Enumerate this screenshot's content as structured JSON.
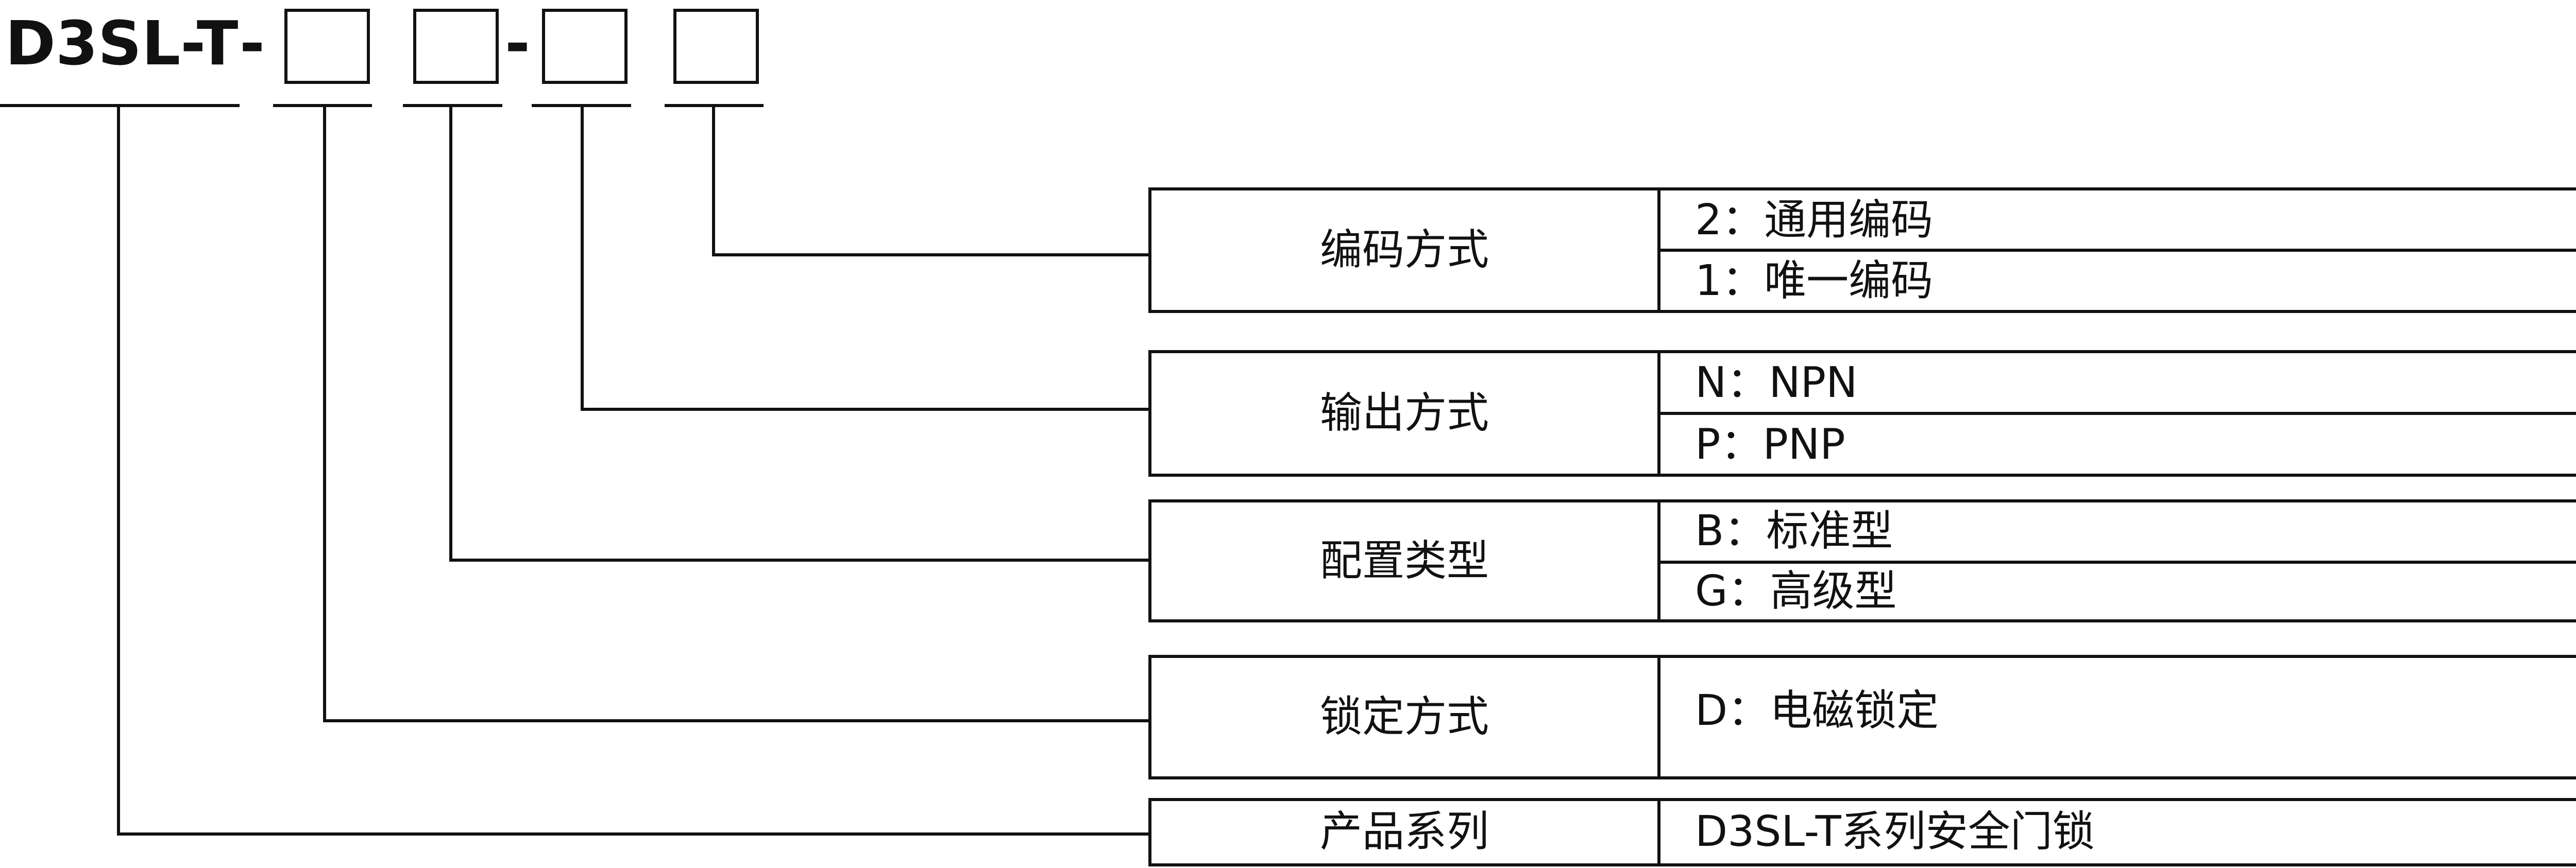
{
  "code": {
    "prefix": "D3SL-T",
    "separator_1": "-",
    "separator_2": "-"
  },
  "rows": [
    {
      "category": "编码方式",
      "options": [
        "2：通用编码",
        "1：唯一编码"
      ]
    },
    {
      "category": "输出方式",
      "options": [
        "N：NPN",
        "P：PNP"
      ]
    },
    {
      "category": "配置类型",
      "options": [
        "B：标准型",
        "G：高级型"
      ]
    },
    {
      "category": "锁定方式",
      "options": [
        "D：电磁锁定"
      ]
    },
    {
      "category": "产品系列",
      "options": [
        "D3SL-T系列安全门锁"
      ]
    }
  ],
  "colors": {
    "line": "#111111",
    "text": "#111111",
    "background": "#ffffff"
  }
}
